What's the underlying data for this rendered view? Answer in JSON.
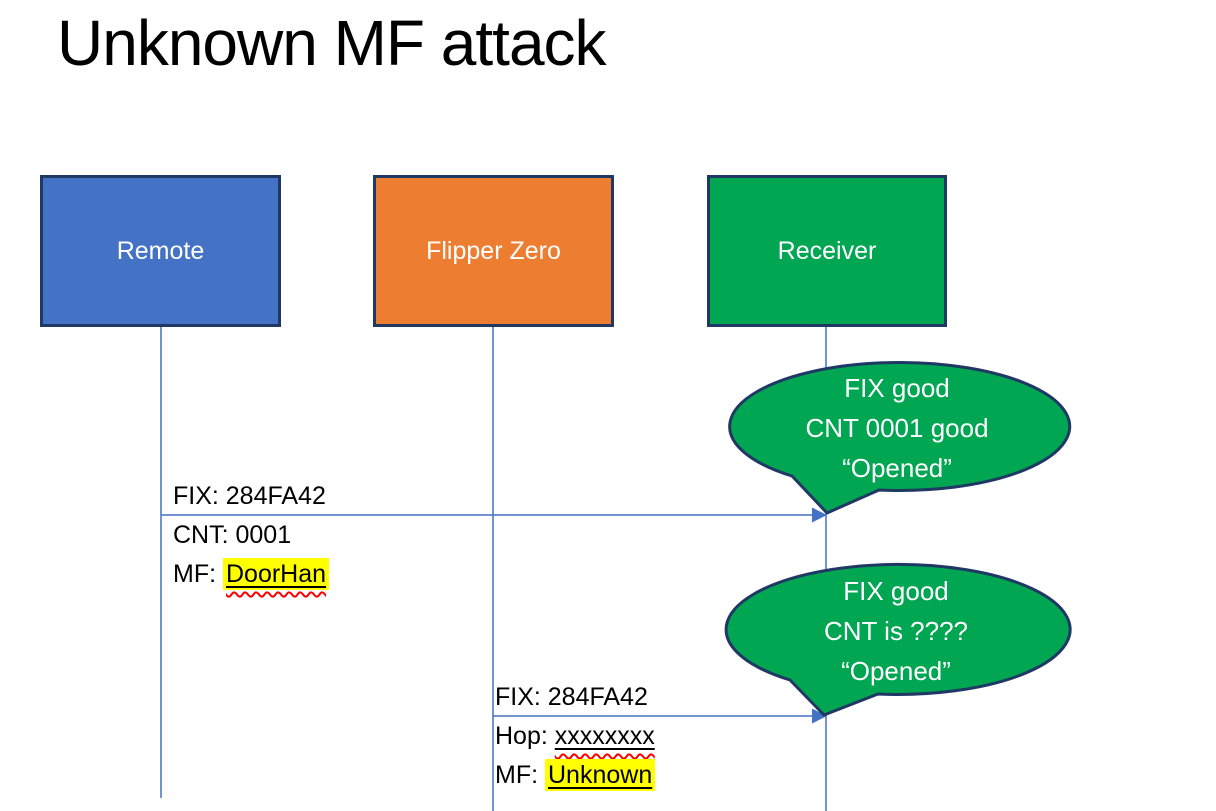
{
  "slide": {
    "title": "Unknown MF attack"
  },
  "actors": {
    "remote": {
      "label": "Remote",
      "fill": "#4472C4"
    },
    "flipper": {
      "label": "Flipper Zero",
      "fill": "#ED7D31"
    },
    "receiver": {
      "label": "Receiver",
      "fill": "#00A651"
    }
  },
  "messages": {
    "m1": {
      "from": "Remote",
      "to": "Receiver",
      "line1": "FIX: 284FA42",
      "line2": "CNT: 0001",
      "line3_prefix": "MF: ",
      "line3_value": "DoorHan"
    },
    "m2": {
      "from": "Flipper Zero",
      "to": "Receiver",
      "line1": "FIX: 284FA42",
      "line2_prefix": "Hop: ",
      "line2_value": "xxxxxxxx",
      "line3_prefix": "MF: ",
      "line3_value": "Unknown"
    }
  },
  "callouts": {
    "c1": {
      "line1": "FIX good",
      "line2": "CNT 0001 good",
      "line3": "“Opened”"
    },
    "c2": {
      "line1": "FIX good",
      "line2": "CNT is ????",
      "line3": "“Opened”"
    }
  },
  "colors": {
    "actor_remote_fill": "#4472C4",
    "actor_flipper_fill": "#ED7D31",
    "actor_receiver_fill": "#00A651",
    "shape_border": "#1F3864",
    "connector_blue": "#4472C4",
    "callout_fill": "#00A651",
    "highlight_yellow": "#FFFF00",
    "squiggle_red": "#FF0000",
    "text_dark": "#000000",
    "text_light": "#FFFFFF"
  }
}
